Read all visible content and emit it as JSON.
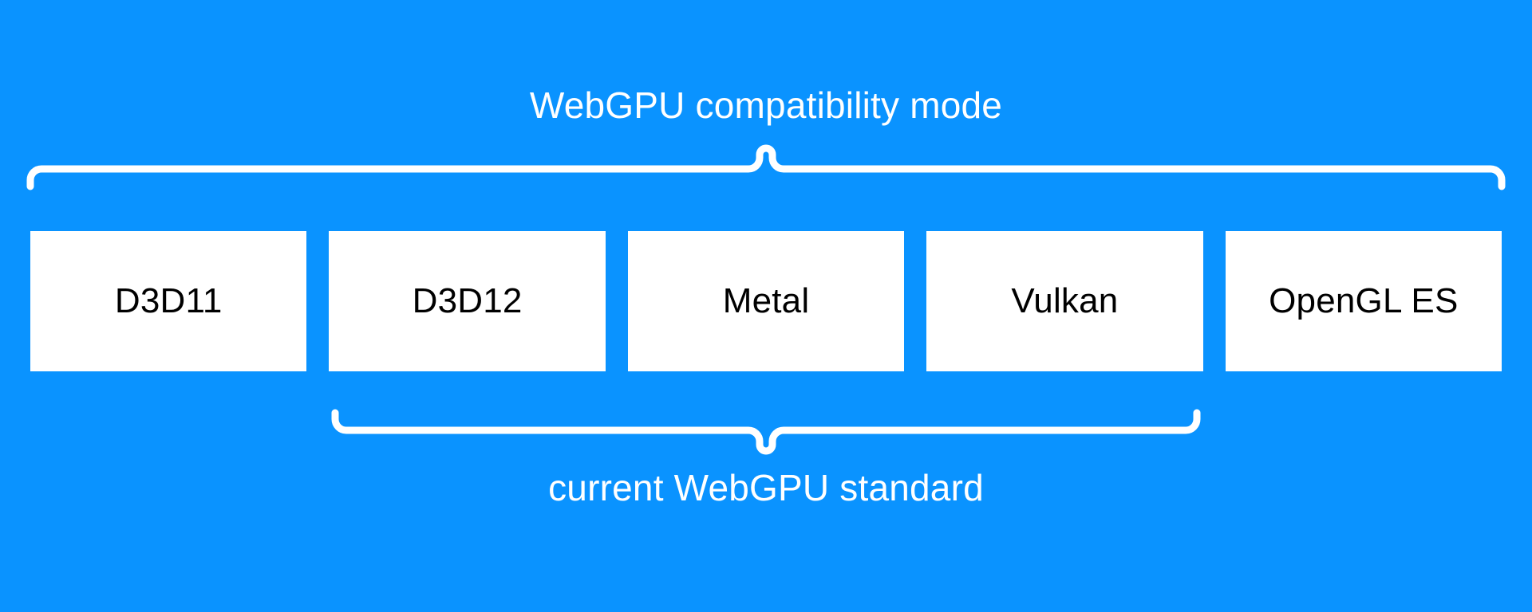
{
  "diagram": {
    "title": "WebGPU compatibility mode",
    "background_color": "#0a93ff",
    "box_fill_color": "#ffffff",
    "box_text_color": "#000000",
    "label_text_color": "#ffffff",
    "groups": {
      "top": {
        "label": "WebGPU compatibility mode",
        "brace_orientation": "down",
        "spans_boxes": [
          "D3D11",
          "D3D12",
          "Metal",
          "Vulkan",
          "OpenGL ES"
        ]
      },
      "bottom": {
        "label": "current WebGPU standard",
        "brace_orientation": "up",
        "spans_boxes": [
          "D3D12",
          "Metal",
          "Vulkan"
        ]
      }
    },
    "boxes": [
      {
        "label": "D3D11"
      },
      {
        "label": "D3D12"
      },
      {
        "label": "Metal"
      },
      {
        "label": "Vulkan"
      },
      {
        "label": "OpenGL ES"
      }
    ]
  }
}
